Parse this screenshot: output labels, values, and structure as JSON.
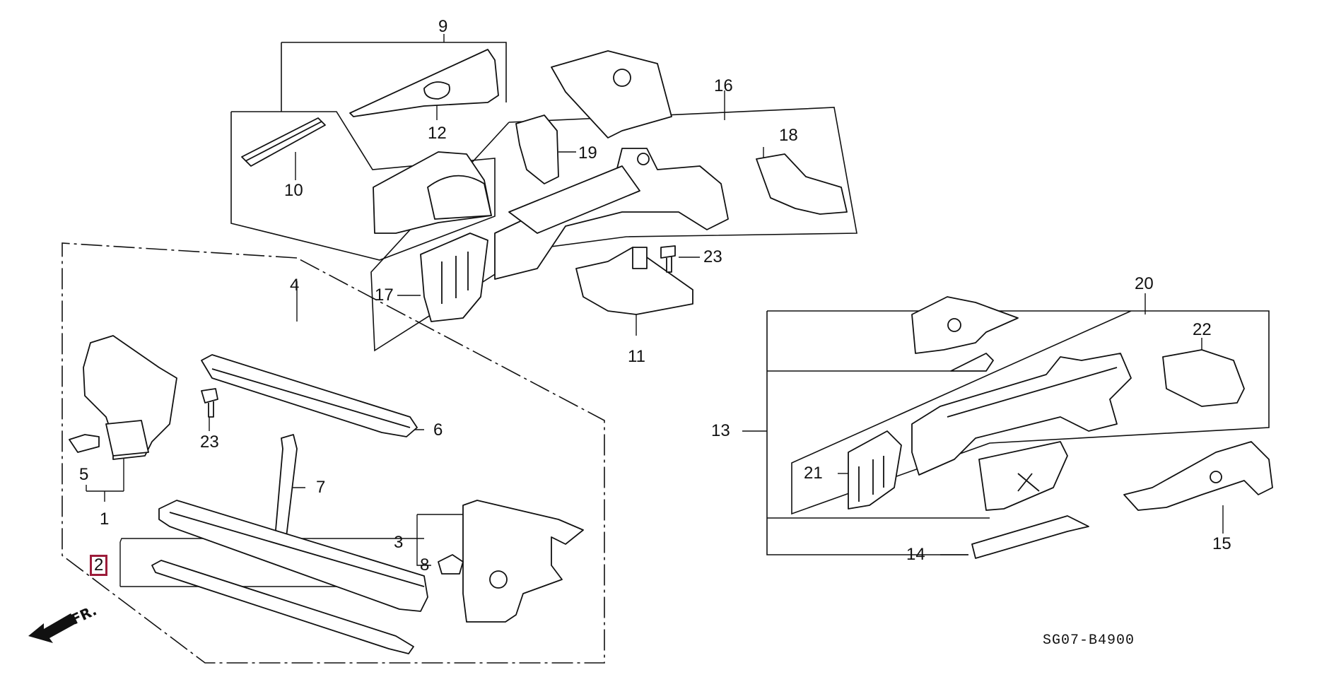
{
  "diagram": {
    "code": "SG07-B4900",
    "front_marker": "FR.",
    "highlight_color": "#9c1c3a",
    "labels": {
      "l1": "1",
      "l2": "2",
      "l3": "3",
      "l4": "4",
      "l5": "5",
      "l6": "6",
      "l7": "7",
      "l8": "8",
      "l9": "9",
      "l10": "10",
      "l11": "11",
      "l12": "12",
      "l13": "13",
      "l14": "14",
      "l15": "15",
      "l16": "16",
      "l17": "17",
      "l18": "18",
      "l19": "19",
      "l20": "20",
      "l21": "21",
      "l22": "22",
      "l23a": "23",
      "l23b": "23"
    },
    "highlighted_label": "2"
  }
}
